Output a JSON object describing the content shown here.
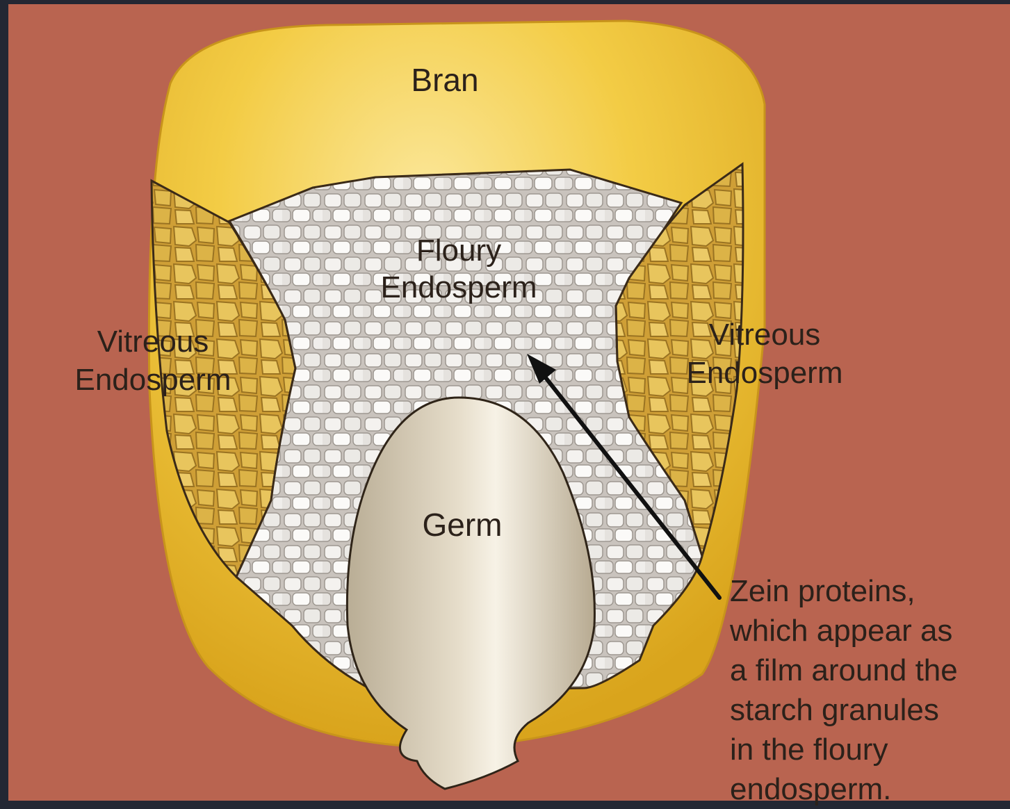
{
  "labels": {
    "bran": "Bran",
    "floury_endosperm": [
      "Floury",
      "Endosperm"
    ],
    "vitreous_endosperm_left": [
      "Vitreous",
      "Endosperm"
    ],
    "vitreous_endosperm_right": [
      "Vitreous",
      "Endosperm"
    ],
    "germ": "Germ",
    "zein_note": [
      "Zein proteins,",
      "which appear as",
      "a film around the",
      "starch granules",
      "in the floury",
      "endosperm."
    ]
  },
  "colors": {
    "frame": "#232733",
    "background": "#b96450",
    "bran": "#f0c531",
    "vitreous": "#d6ad3f",
    "floury": "#e7e3df",
    "germ": "#d9d0bd",
    "text": "#2b211a"
  }
}
